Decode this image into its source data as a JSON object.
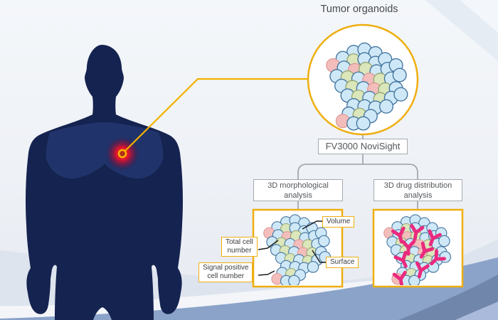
{
  "diagram": {
    "title": "Tumor organoids",
    "device_label": "FV3000 NoviSight",
    "branch_left": {
      "line1": "3D morphological",
      "line2": "analysis"
    },
    "branch_right": {
      "line1": "3D drug distribution",
      "line2": "analysis"
    },
    "labels": {
      "volume": "Volume",
      "surface": "Surface",
      "total_cell_line1": "Total cell",
      "total_cell_line2": "number",
      "signal_line1": "Signal positive",
      "signal_line2": "cell number"
    },
    "colors": {
      "accent_gold": "#efae10",
      "connector_gray": "#9aa0a6",
      "pointer_black": "#1c1c1c",
      "body_navy": "#152350",
      "chest_navy": "#31488c",
      "glow_red": "#e8112d",
      "ring_yellow": "#ffb400",
      "beam_yellow": "#f2b200",
      "cell_blue_fill": "#cfe8f7",
      "cell_blue_stroke": "#44759f",
      "cell_green_fill": "#dbe6ba",
      "cell_green_stroke": "#95a775",
      "cell_pink_fill": "#f3bdbb",
      "cell_pink_stroke": "#df9c9a",
      "antibody_pink": "#ea2a7e"
    }
  }
}
